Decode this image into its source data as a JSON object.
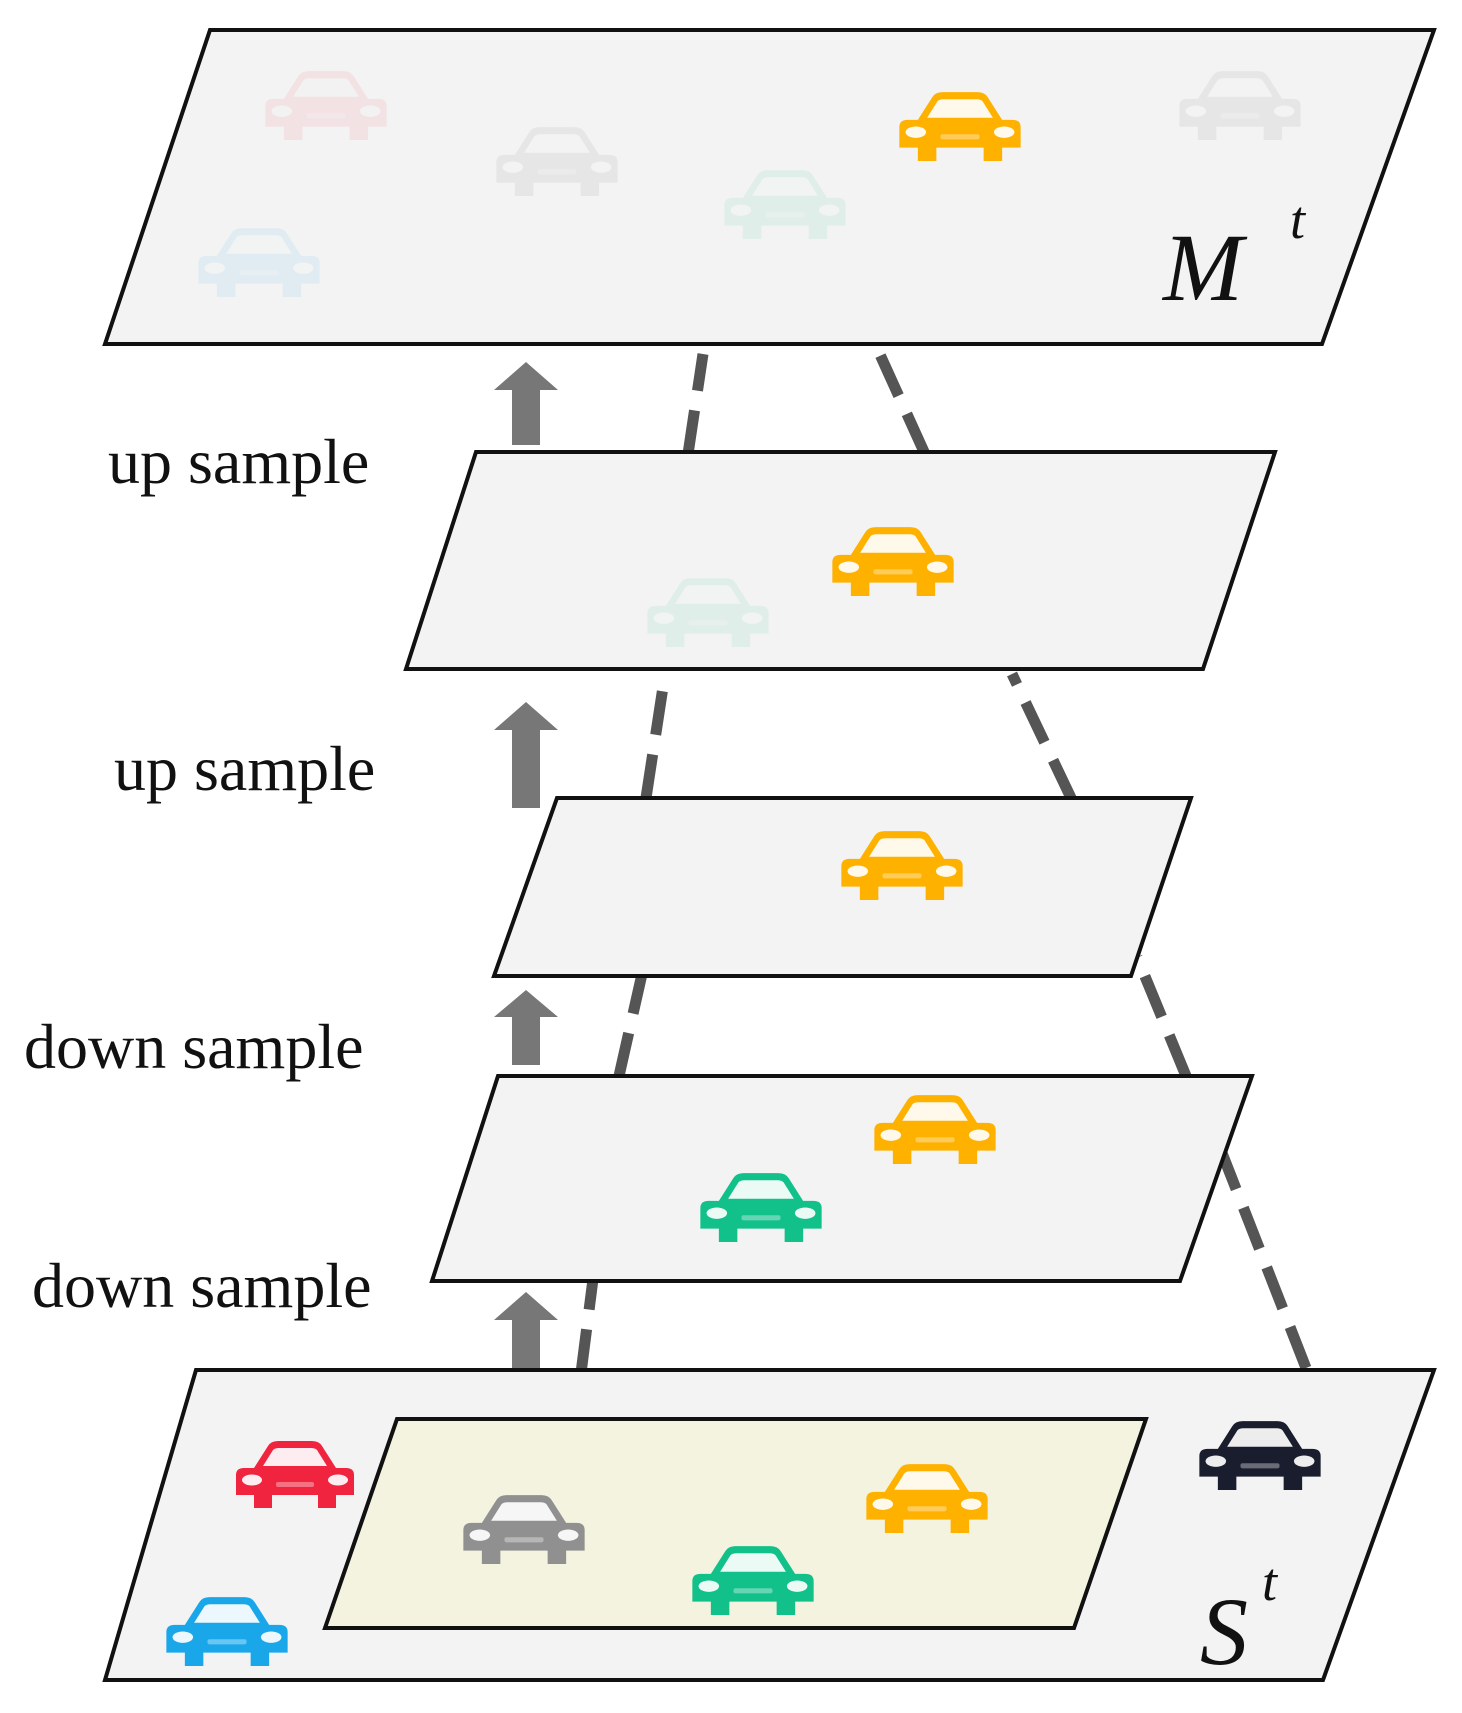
{
  "labels": {
    "top_plane": {
      "main": "M",
      "sup": "t"
    },
    "bottom_plane": {
      "main": "S",
      "sup": "t"
    },
    "steps": [
      "up sample",
      "up sample",
      "down sample",
      "down sample"
    ]
  },
  "colors": {
    "plane_fill": "#f3f3f3",
    "plane_stroke": "#111111",
    "inner_region_fill": "#f4f3df",
    "arrow": "#777777",
    "dashed_link": "#555555",
    "car_orange": "#ffb100",
    "car_green": "#12c08a",
    "car_red": "#f0243e",
    "car_gray": "#909090",
    "car_navy": "#1a1d2e",
    "car_blue": "#1aa7ea"
  },
  "planes": [
    {
      "name": "memory-plane-top",
      "cars": [
        {
          "color": "car_red",
          "faded": true
        },
        {
          "color": "car_gray",
          "faded": true
        },
        {
          "color": "car_green",
          "faded": true
        },
        {
          "color": "car_orange",
          "faded": false
        },
        {
          "color": "car_gray",
          "faded": true
        },
        {
          "color": "car_blue",
          "faded": true
        }
      ]
    },
    {
      "name": "upsample-plane",
      "cars": [
        {
          "color": "car_orange",
          "faded": false
        },
        {
          "color": "car_green",
          "faded": true
        }
      ]
    },
    {
      "name": "bottleneck-plane",
      "cars": [
        {
          "color": "car_orange",
          "faded": false
        }
      ]
    },
    {
      "name": "downsample-plane",
      "cars": [
        {
          "color": "car_orange",
          "faded": false
        },
        {
          "color": "car_green",
          "faded": false
        }
      ]
    },
    {
      "name": "scene-plane-bottom",
      "cars": [
        {
          "color": "car_red",
          "faded": false
        },
        {
          "color": "car_blue",
          "faded": false
        },
        {
          "color": "car_gray",
          "faded": false
        },
        {
          "color": "car_green",
          "faded": false
        },
        {
          "color": "car_orange",
          "faded": false
        },
        {
          "color": "car_navy",
          "faded": false
        }
      ]
    }
  ]
}
